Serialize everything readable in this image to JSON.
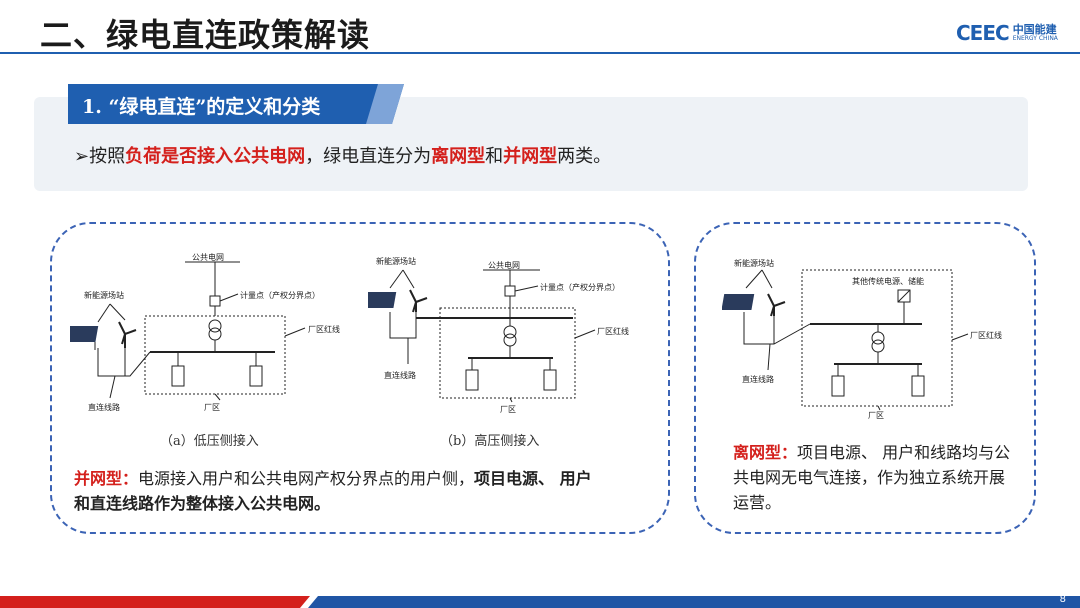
{
  "header": {
    "title": "二、绿电直连政策解读",
    "logo_mark": "CEEC",
    "logo_cn": "中国能建",
    "logo_en": "ENERGY CHINA"
  },
  "section": {
    "tag": "1. “绿电直连”的定义和分类",
    "intro_prefix": "➢按照",
    "intro_red1": "负荷是否接入公共电网",
    "intro_mid": "，绿电直连分为",
    "intro_red2": "离网型",
    "intro_and": "和",
    "intro_red3": "并网型",
    "intro_suffix": "两类。"
  },
  "diagram_a": {
    "public_grid": "公共电网",
    "meter": "计量点（产权分界点）",
    "new_energy": "新能源场站",
    "plant_line": "厂区红线",
    "direct_line": "直连线路",
    "plant": "厂区",
    "caption": "（a）低压侧接入"
  },
  "diagram_b": {
    "public_grid": "公共电网",
    "meter": "计量点（产权分界点）",
    "new_energy": "新能源场站",
    "plant_line": "厂区红线",
    "direct_line": "直连线路",
    "plant": "厂区",
    "caption": "（b）高压侧接入"
  },
  "diagram_c": {
    "new_energy": "新能源场站",
    "other_source": "其他传统电源、储能",
    "plant_line": "厂区红线",
    "direct_line": "直连线路",
    "plant": "厂区"
  },
  "grid_type": {
    "label": "并网型：",
    "text1": "电源接入用户和公共电网产权分界点的用户侧，",
    "bold1": "项目电源、 用户",
    "bold2": "和直连线路作为整体接入公共电网。"
  },
  "offgrid_type": {
    "label": "离网型：",
    "text": "项目电源、 用户和线路均与公共电网无电气连接，作为独立系统开展运营。"
  },
  "footer": {
    "page": "8"
  },
  "colors": {
    "accent_blue": "#1f5fb0",
    "accent_red": "#d4201c",
    "dash_blue": "#3b63b5"
  }
}
